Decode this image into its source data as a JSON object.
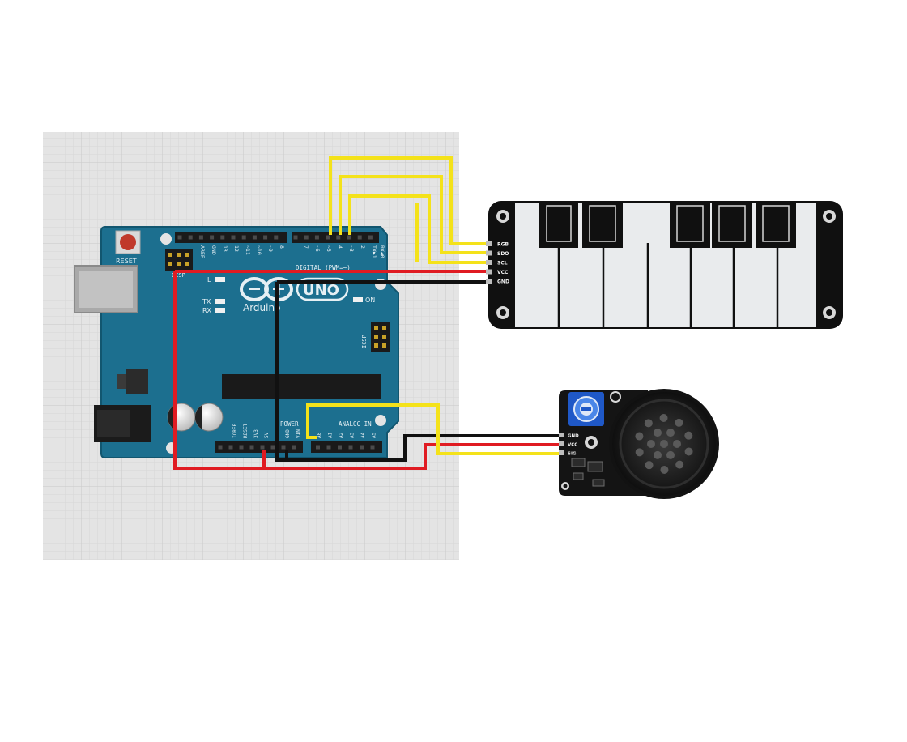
{
  "arduino": {
    "reset_label": "RESET",
    "brand": "Arduino",
    "model": "UNO",
    "digital_label": "DIGITAL (PWM=~)",
    "power_label": "POWER",
    "analog_label": "ANALOG IN",
    "icsp_label": "ICSP",
    "icsp2_label": "ICSP",
    "on_label": "ON",
    "l_label": "L",
    "tx_label": "TX",
    "rx_label": "RX",
    "digital_pins": [
      "AREF",
      "GND",
      "13",
      "12",
      "~11",
      "~10",
      "~9",
      "8",
      "7",
      "~6",
      "~5",
      "4",
      "~3",
      "2",
      "TX▶1",
      "RX◀0"
    ],
    "power_pins": [
      "IOREF",
      "RESET",
      "3V3",
      "5V",
      "GND",
      "GND",
      "VIN"
    ],
    "analog_pins": [
      "A0",
      "A1",
      "A2",
      "A3",
      "A4",
      "A5"
    ]
  },
  "keyboard_module": {
    "pins": [
      "RGB",
      "SDO",
      "SCL",
      "VCC",
      "GND"
    ]
  },
  "speaker_module": {
    "pins": [
      "GND",
      "VCC",
      "SIG"
    ]
  },
  "wire_colors": {
    "signal": "#f4e21a",
    "power": "#e01b22",
    "ground": "#111111"
  }
}
